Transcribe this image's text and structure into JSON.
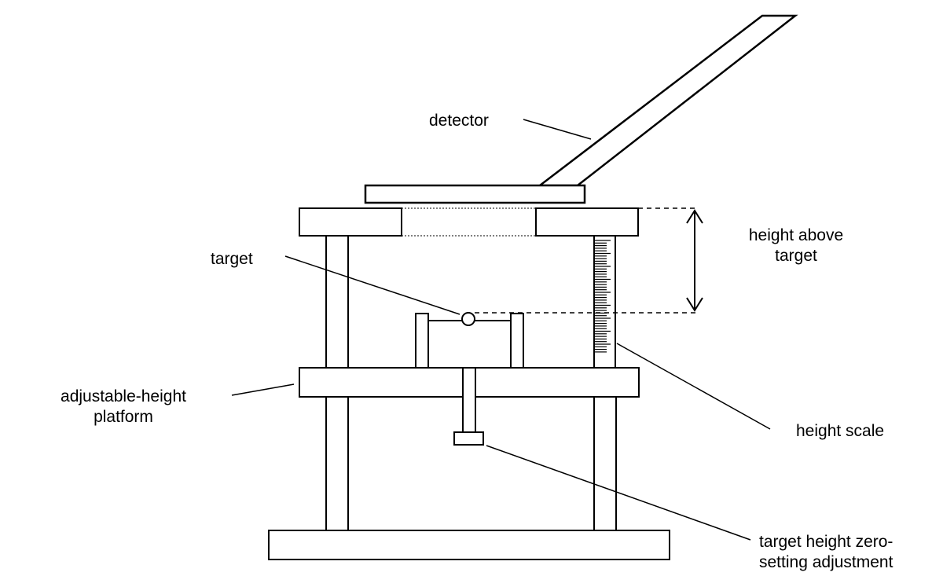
{
  "labels": {
    "detector": "detector",
    "height_above_target_1": "height above",
    "height_above_target_2": "target",
    "target": "target",
    "adjustable_platform_1": "adjustable-height",
    "adjustable_platform_2": "platform",
    "height_scale": "height scale",
    "zero_setting_1": "target height zero-",
    "zero_setting_2": "setting adjustment"
  }
}
